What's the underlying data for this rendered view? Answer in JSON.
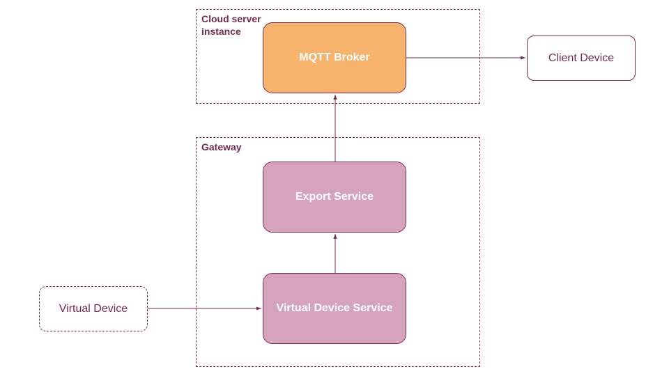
{
  "groups": {
    "cloud": "Cloud server instance",
    "gateway": "Gateway"
  },
  "nodes": {
    "mqtt_broker": "MQTT Broker",
    "export_service": "Export Service",
    "virtual_device_service": "Virtual Device Service",
    "client_device": "Client Device",
    "virtual_device": "Virtual Device"
  },
  "colors": {
    "accent": "#772953",
    "broker_fill": "#f7b26b",
    "service_fill": "#d6a3bf",
    "background": "#ffffff"
  },
  "edges": [
    {
      "from": "Virtual Device",
      "to": "Virtual Device Service"
    },
    {
      "from": "Virtual Device Service",
      "to": "Export Service"
    },
    {
      "from": "Export Service",
      "to": "MQTT Broker"
    },
    {
      "from": "MQTT Broker",
      "to": "Client Device"
    }
  ]
}
